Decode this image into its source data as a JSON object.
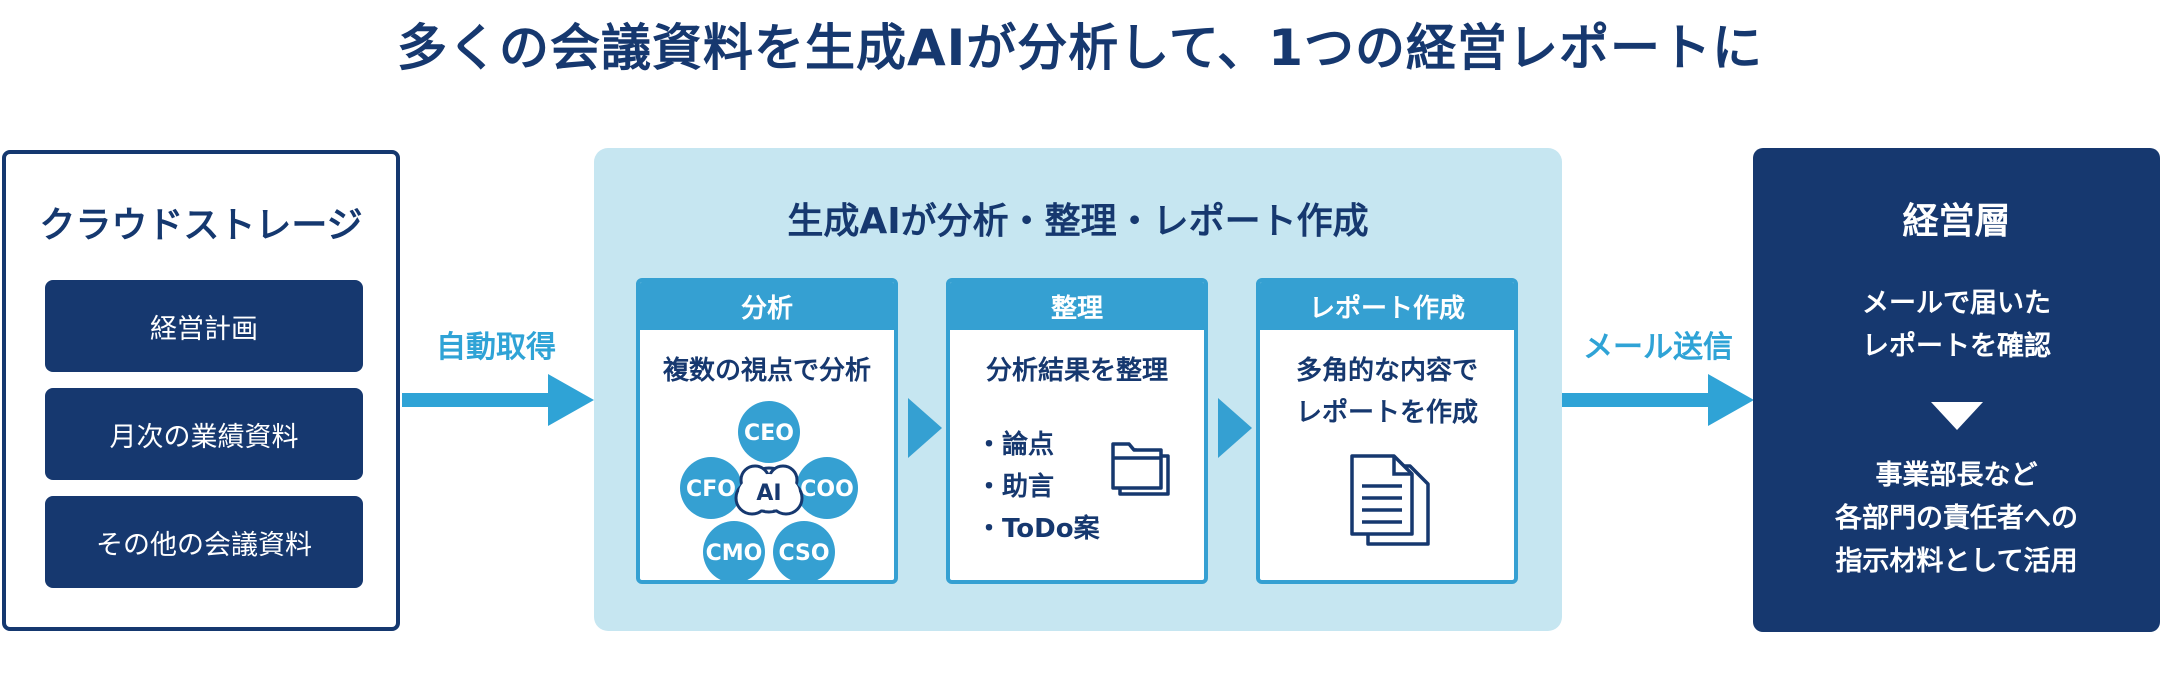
{
  "title": "多くの会議資料を生成AIが分析して、1つの経営レポートに",
  "storage": {
    "title": "クラウドストレージ",
    "items": [
      "経営計画",
      "月次の業績資料",
      "その他の会議資料"
    ]
  },
  "arrow_left_label": "自動取得",
  "arrow_right_label": "メール送信",
  "ai_panel": {
    "title": "生成AIが分析・整理・レポート作成",
    "cards": [
      {
        "header": "分析",
        "subtitle": "複数の視点で分析"
      },
      {
        "header": "整理",
        "subtitle": "分析結果を整理"
      },
      {
        "header": "レポート作成",
        "subtitle_line1": "多角的な内容で",
        "subtitle_line2": "レポートを作成"
      }
    ],
    "circles": {
      "center": "AI",
      "ceo": "CEO",
      "cfo": "CFO",
      "coo": "COO",
      "cmo": "CMO",
      "cso": "CSO"
    },
    "bullets": [
      "・論点",
      "・助言",
      "・ToDo案"
    ]
  },
  "exec": {
    "title": "経営層",
    "line1": "メールで届いた",
    "line2": "レポートを確認",
    "line3": "事業部長など",
    "line4": "各部門の責任者への",
    "line5": "指示材料として活用"
  },
  "colors": {
    "navy": "#16386f",
    "blue": "#35a0d2",
    "light": "#c6e6f1"
  }
}
